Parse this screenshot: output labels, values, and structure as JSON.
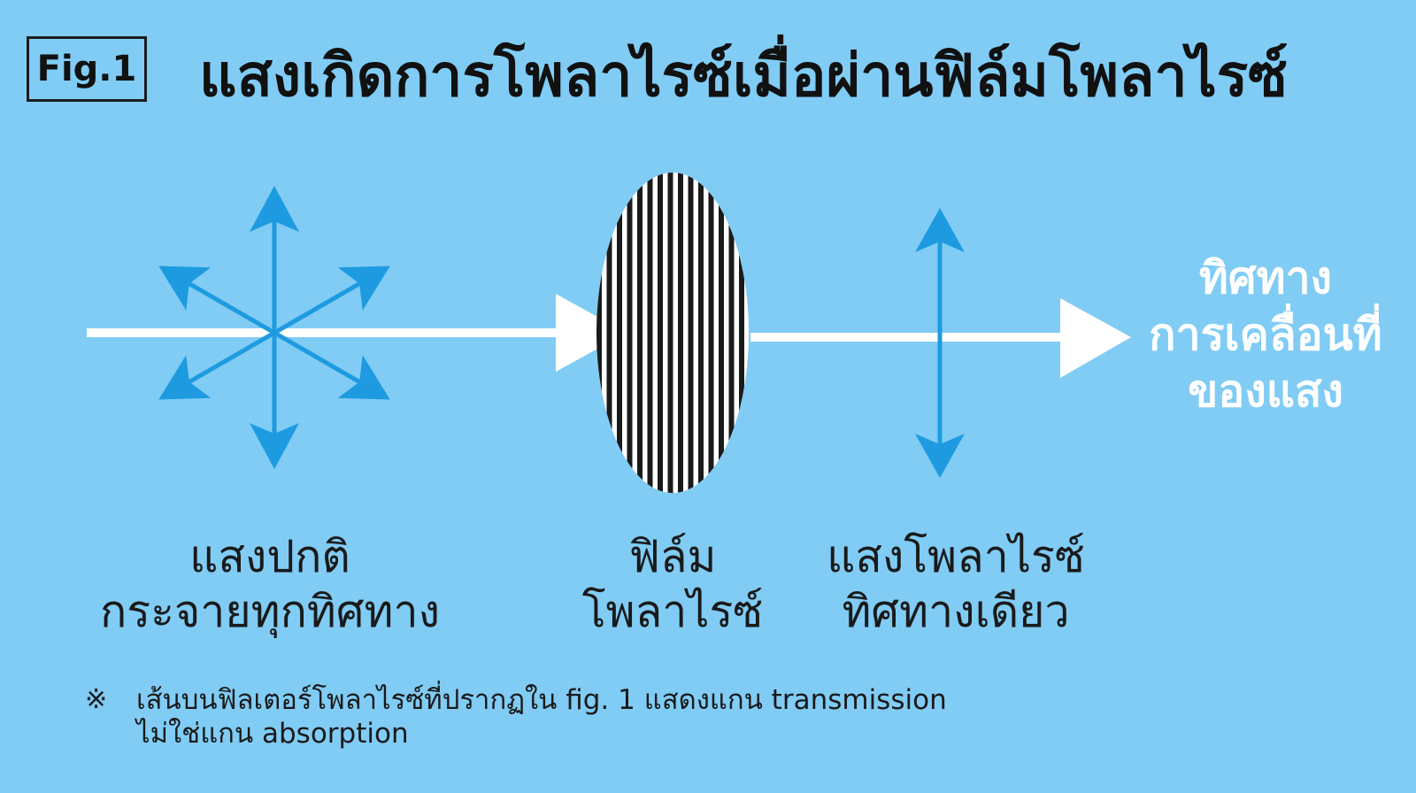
{
  "figure_label": "Fig.1",
  "title": "แสงเกิดการโพลาไรซ์เมื่อผ่านฟิล์มโพลาไรซ์",
  "direction_label": [
    "ทิศทาง",
    "การเคลื่อนที่",
    "ของแสง"
  ],
  "captions": {
    "normal_light": [
      "แสงปกติ",
      "กระจายทุกทิศทาง"
    ],
    "film": [
      "ฟิล์ม",
      "โพลาไรซ์"
    ],
    "polarized_light": [
      "แสงโพลาไรซ์",
      "ทิศทางเดียว"
    ]
  },
  "note": {
    "mark": "※",
    "lines": [
      "เส้นบนฟิลเตอร์โพลาไรซ์ที่ปรากฏใน fig. 1 แสดงแกน transmission",
      "ไม่ใช่แกน absorption"
    ]
  },
  "colors": {
    "background": "#80CCF5",
    "arrow_blue": "#1E9BE0",
    "beam": "#FFFFFF",
    "film_stripes": "#1A1A1A"
  }
}
